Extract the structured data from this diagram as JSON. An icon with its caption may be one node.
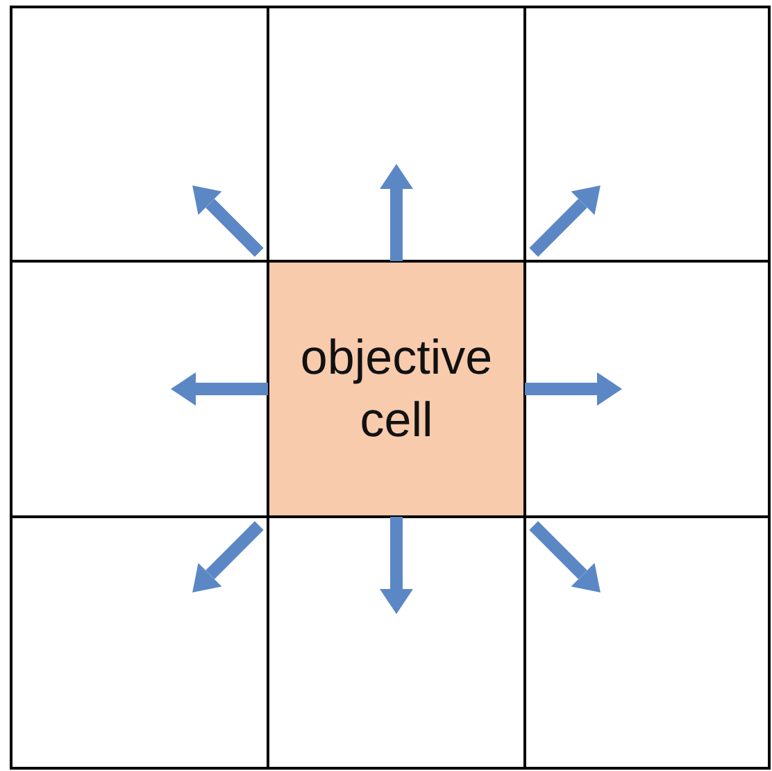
{
  "diagram": {
    "nodes": [
      {
        "text": [],
        "shape": "box"
      },
      {
        "text": [],
        "shape": "box"
      },
      {
        "text": [],
        "shape": "box"
      },
      {
        "text": [],
        "shape": "box"
      },
      {
        "text": [
          "objective cell"
        ]
      },
      {
        "text": [],
        "shape": "box"
      },
      {
        "text": [],
        "shape": "box"
      },
      {
        "text": [],
        "shape": "box"
      },
      {
        "text": [],
        "shape": "box"
      }
    ],
    "edges": [
      {
        "from": 4,
        "to": 0,
        "arrow": "to"
      },
      {
        "from": 4,
        "to": 1,
        "arrow": "to"
      },
      {
        "from": 4,
        "to": 2,
        "arrow": "to"
      },
      {
        "from": 4,
        "to": 3,
        "arrow": "to"
      },
      {
        "from": 4,
        "to": 5,
        "arrow": "to"
      },
      {
        "from": 4,
        "to": 6,
        "arrow": "to"
      },
      {
        "from": 4,
        "to": 7,
        "arrow": "to"
      },
      {
        "from": 4,
        "to": 8,
        "arrow": "to"
      }
    ]
  }
}
